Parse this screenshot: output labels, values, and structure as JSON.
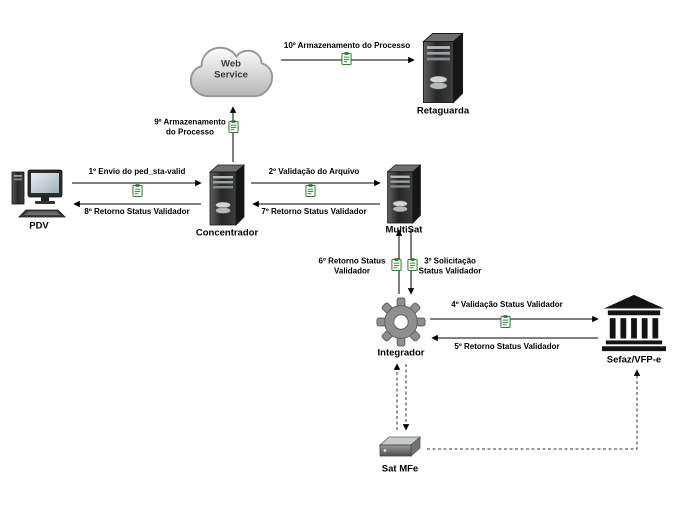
{
  "nodes": {
    "web_service": "Web\nService",
    "retaguarda": "Retaguarda",
    "pdv": "PDV",
    "concentrador": "Concentrador",
    "multisat": "MultiSat",
    "integrador": "Integrador",
    "sefaz": "Sefaz/VFP-e",
    "sat_mfe": "Sat MFe"
  },
  "edges": {
    "e1": "1º Envio do ped_sta-valid",
    "e2": "2º Validação do Arquivo",
    "e3": "3º Solicitação\nStatus Validador",
    "e4": "4º Validação Status Validador",
    "e5": "5º Retorno Status Validador",
    "e6": "6º Retorno Status\nValidador",
    "e7": "7º Retorno Status Validador",
    "e8": "8º Retorno Status Validador",
    "e9": "9º Armazenamento\ndo Processo",
    "e10": "10º Armazenamento do Processo"
  },
  "colors": {
    "doc_icon_green": "#2e7d32",
    "line": "#000000",
    "dashed_line": "#333333",
    "node_dark": "#1a1a1a",
    "gear_gray": "#8f8f8f",
    "cloud_stroke": "#979797"
  }
}
